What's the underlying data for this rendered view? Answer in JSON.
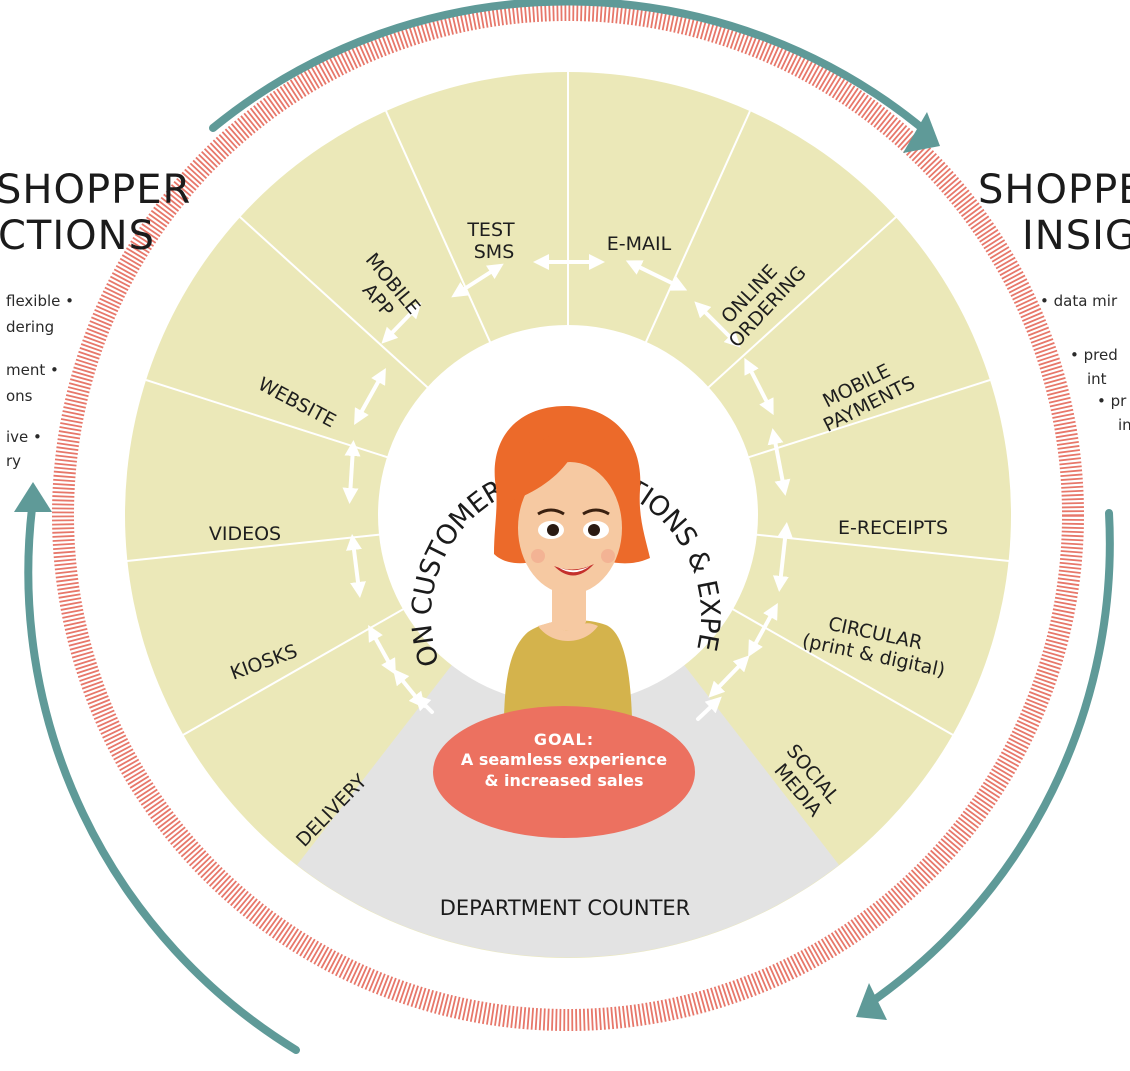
{
  "left_panel": {
    "title_line1": "SHOPPER",
    "title_line2": "CTIONS",
    "items": [
      {
        "line1": "flexible •",
        "line2": "dering"
      },
      {
        "line1": "ment •",
        "line2": "ons"
      },
      {
        "line1": "ive •",
        "line2": "ry"
      }
    ]
  },
  "right_panel": {
    "title_line1": "SHOPPE",
    "title_line2": "INSIG",
    "items": [
      {
        "line1": "• data mir",
        "line2": ""
      },
      {
        "line1": "• pred",
        "line2": "int"
      },
      {
        "line1": "• pr",
        "line2": "in"
      }
    ]
  },
  "segments": {
    "test_sms": {
      "line1": "TEST",
      "line2": "SMS"
    },
    "email": {
      "line1": "E-MAIL"
    },
    "online_ordering": {
      "line1": "ONLINE",
      "line2": "ORDERING"
    },
    "mobile_payments": {
      "line1": "MOBILE",
      "line2": "PAYMENTS"
    },
    "e_receipts": {
      "line1": "E-RECEIPTS"
    },
    "circular": {
      "line1": "CIRCULAR",
      "line2": "(print & digital)"
    },
    "social_media": {
      "line1": "SOCIAL",
      "line2": "MEDIA"
    },
    "mobile_app": {
      "line1": "MOBILE",
      "line2": "APP"
    },
    "website": {
      "line1": "WEBSITE"
    },
    "videos": {
      "line1": "VIDEOS"
    },
    "kiosks": {
      "line1": "KIOSKS"
    },
    "delivery": {
      "line1": "DELIVERY"
    }
  },
  "center": {
    "ring_text": "FOCUS ON CUSTOMER EXPECTATIONS & EXPERIENCES"
  },
  "goal": {
    "title": "GOAL:",
    "line1": "A seamless experience",
    "line2": "& increased sales"
  },
  "department_counter": "DEPARTMENT COUNTER",
  "colors": {
    "segment_fill": "#ebe8b8",
    "counter_fill": "#e3e3e3",
    "ring_stripe": "#e7776a",
    "cycle_arrow": "#5f9a98",
    "goal_fill": "#ec7160",
    "hair": "#ec6a2a",
    "shirt": "#d4b34c"
  }
}
